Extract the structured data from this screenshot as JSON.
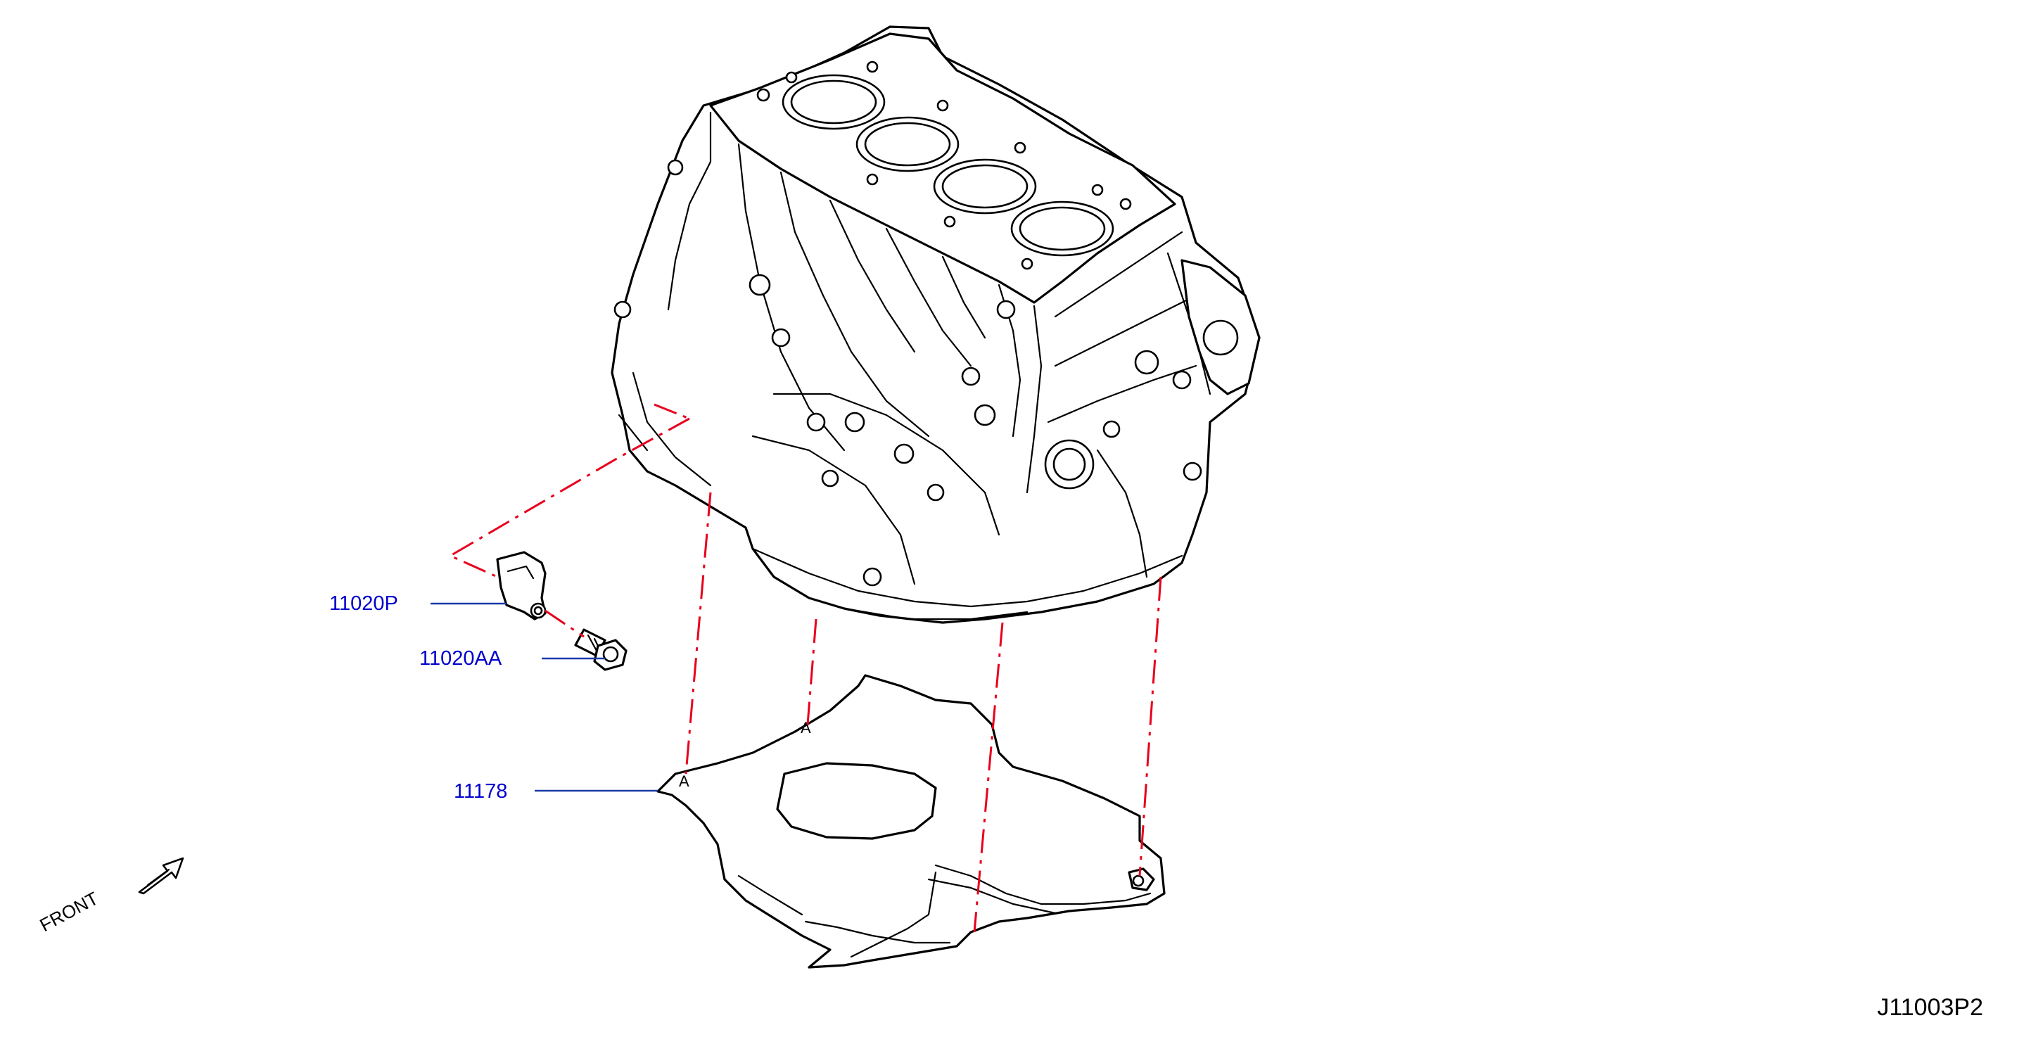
{
  "colors": {
    "callout_text": "#0000cc",
    "leader_line": "#1a3aa8",
    "assembly_line": "#e8001c",
    "drawing": "#000000"
  },
  "callouts": [
    {
      "id": "p1",
      "label": "11020P"
    },
    {
      "id": "p2",
      "label": "11020AA"
    },
    {
      "id": "p3",
      "label": "11178"
    }
  ],
  "markers": {
    "point_a": "A"
  },
  "front_label": "FRONT",
  "reference_code": "J11003P2"
}
